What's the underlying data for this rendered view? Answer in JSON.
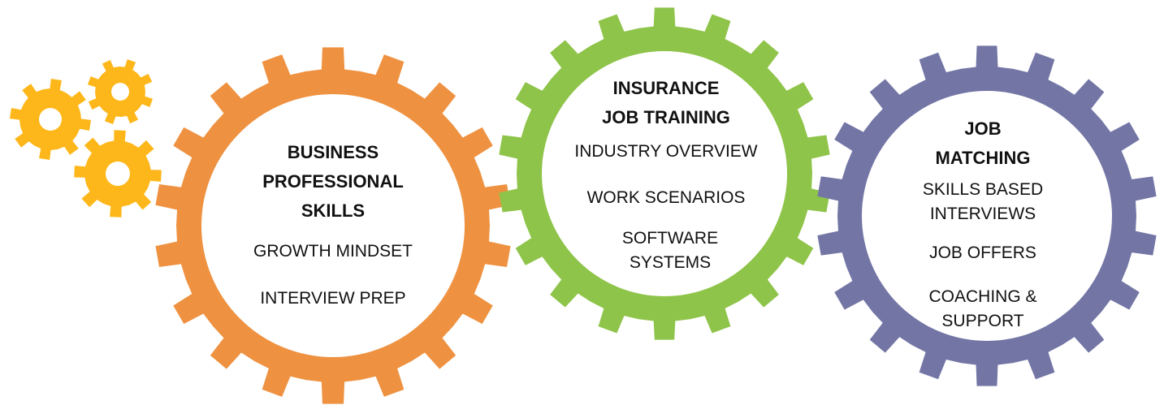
{
  "diagram": {
    "decorative_gears": {
      "color": "#FDB71A",
      "icon": "small-gears-cluster-icon"
    },
    "gears": [
      {
        "id": "business",
        "color": "#EE9241",
        "title": "BUSINESS\nPROFESSIONAL\nSKILLS",
        "items": [
          "GROWTH MINDSET",
          "INTERVIEW PREP"
        ]
      },
      {
        "id": "insurance",
        "color": "#8FC44A",
        "title": "INSURANCE\nJOB TRAINING",
        "items": [
          "INDUSTRY OVERVIEW",
          "WORK SCENARIOS",
          "SOFTWARE\nSYSTEMS"
        ]
      },
      {
        "id": "matching",
        "color": "#7376A5",
        "title": "JOB\nMATCHING",
        "items": [
          "SKILLS BASED\nINTERVIEWS",
          "JOB OFFERS",
          "COACHING &\nSUPPORT"
        ]
      }
    ]
  }
}
